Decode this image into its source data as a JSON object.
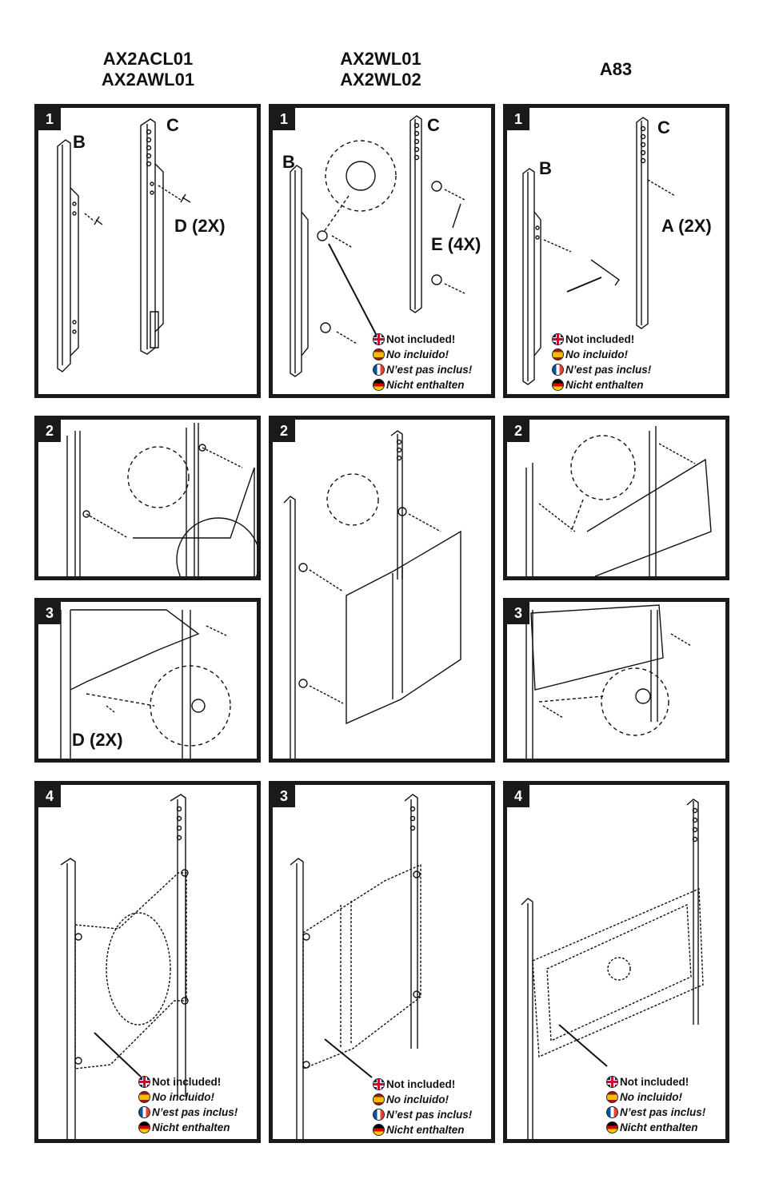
{
  "headers": {
    "col1_line1": "AX2ACL01",
    "col1_line2": "AX2AWL01",
    "col2_line1": "AX2WL01",
    "col2_line2": "AX2WL02",
    "col3": "A83"
  },
  "steps": {
    "c1p1": "1",
    "c1p2": "2",
    "c1p3": "3",
    "c1p4": "4",
    "c2p1": "1",
    "c2p2": "2",
    "c2p3": "3",
    "c3p1": "1",
    "c3p2": "2",
    "c3p3": "3",
    "c3p4": "4"
  },
  "labels": {
    "B": "B",
    "C": "C",
    "d2x": "D (2X)",
    "e4x": "E (4X)",
    "a2x": "A (2X)"
  },
  "not_included": {
    "en": "Not included!",
    "es": "No incluido!",
    "fr": "N’est pas inclus!",
    "de": "Nicht enthalten"
  },
  "icons": [
    "uk-flag-icon",
    "spain-flag-icon",
    "france-flag-icon",
    "germany-flag-icon"
  ]
}
